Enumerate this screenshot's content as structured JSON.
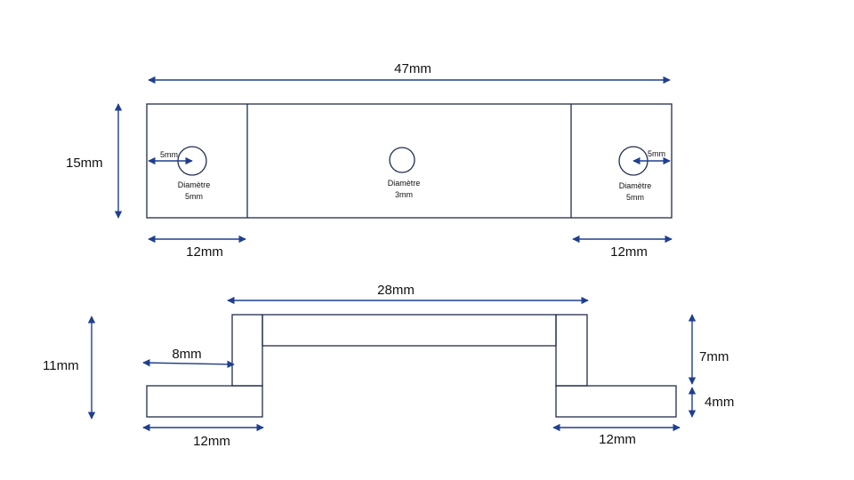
{
  "top_view": {
    "dim_length": "47mm",
    "dim_height": "15mm",
    "dim_left_section": "12mm",
    "dim_right_section": "12mm",
    "left_hole": {
      "offset": "5mm",
      "label_line1": "Diamètre",
      "label_line2": "5mm"
    },
    "center_hole": {
      "label_line1": "Diamètre",
      "label_line2": "3mm"
    },
    "right_hole": {
      "offset": "5mm",
      "label_line1": "Diamètre",
      "label_line2": "5mm"
    }
  },
  "side_view": {
    "dim_inner_span": "28mm",
    "dim_total_height": "11mm",
    "dim_riser_offset": "8mm",
    "dim_upper_height": "7mm",
    "dim_foot_height": "4mm",
    "dim_left_foot": "12mm",
    "dim_right_foot": "12mm"
  },
  "colors": {
    "outline": "#1f2d4d",
    "dimension": "#1f3f8f",
    "text": "#111111"
  }
}
